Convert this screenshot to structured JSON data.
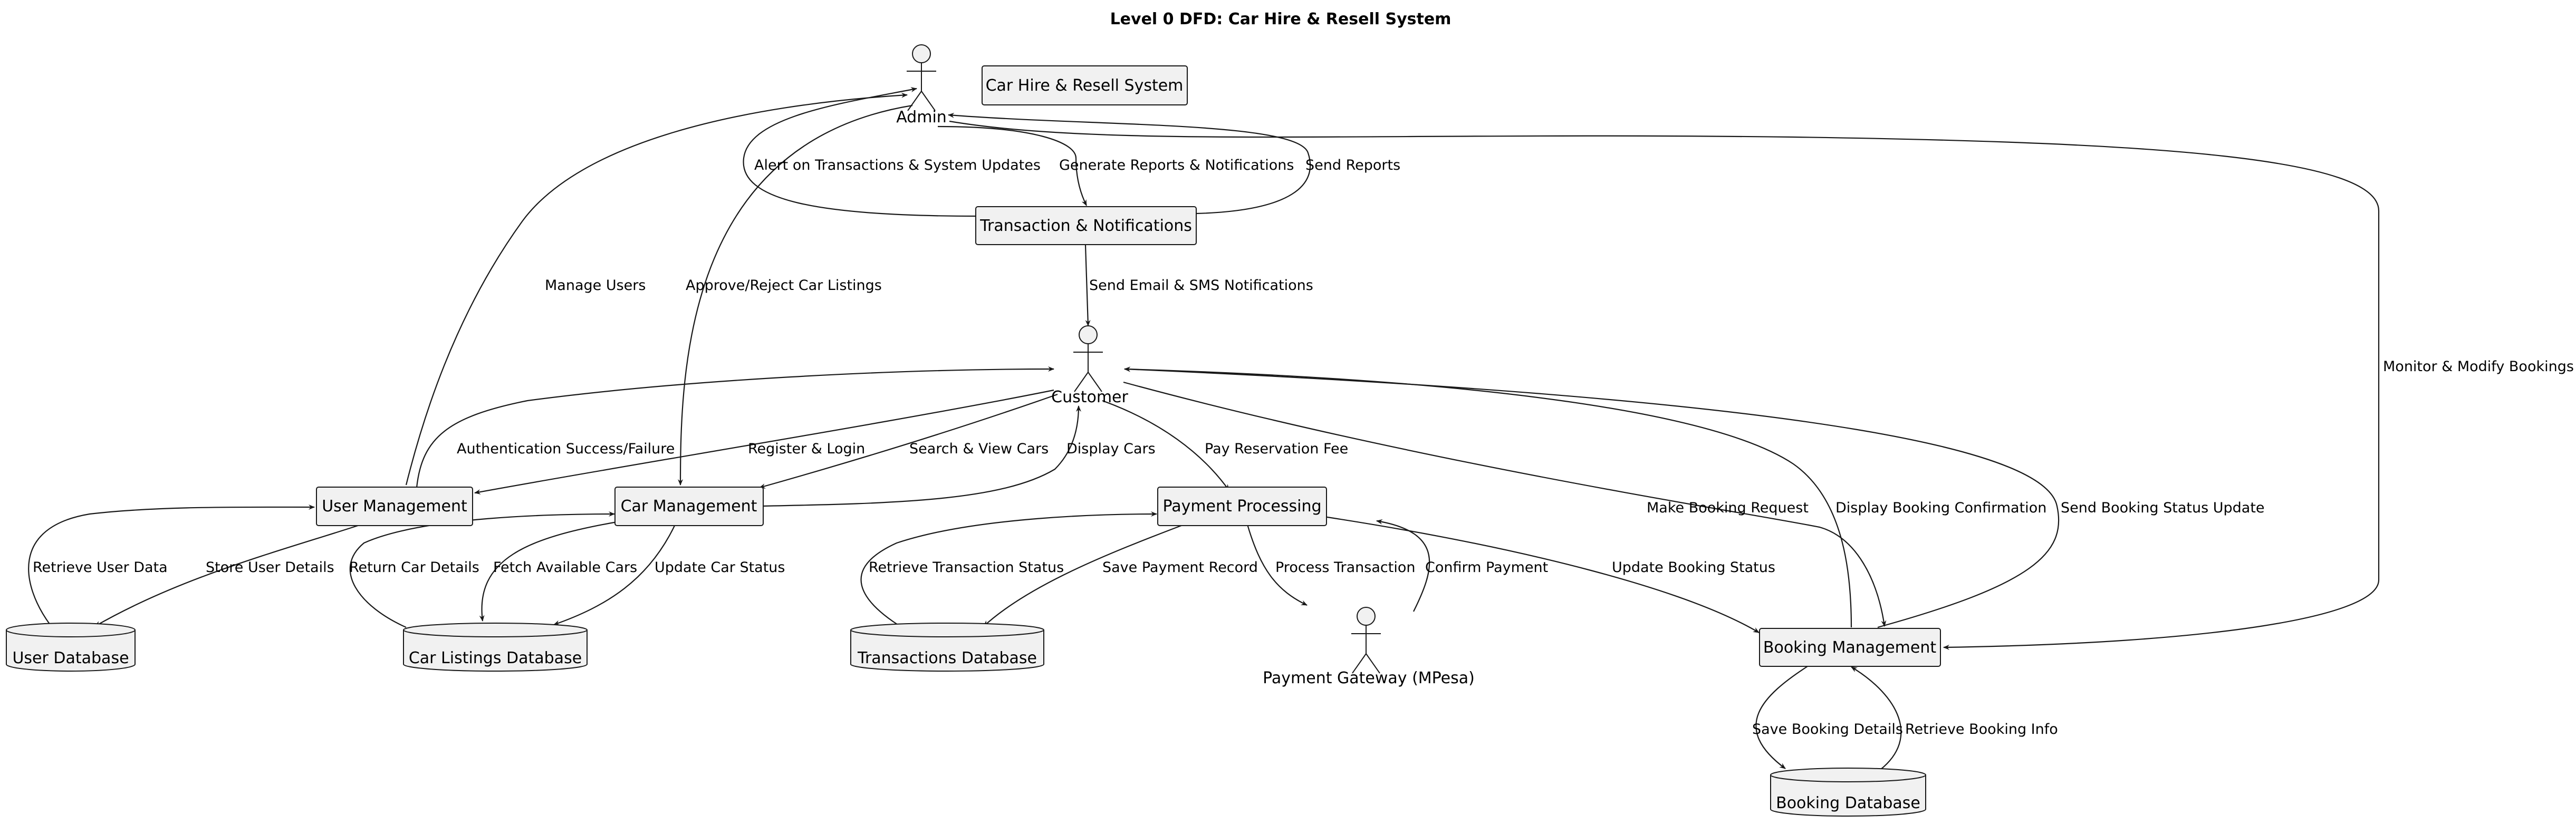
{
  "title": "Level 0 DFD: Car Hire & Resell System",
  "system_label": "Car Hire & Resell System",
  "actors": {
    "admin": "Admin",
    "customer": "Customer",
    "gateway": "Payment Gateway (MPesa)"
  },
  "processes": {
    "user_management": "User Management",
    "car_management": "Car Management",
    "payment_processing": "Payment Processing",
    "booking_management": "Booking Management",
    "transaction_notifications": "Transaction & Notifications"
  },
  "datastores": {
    "user_db": "User Database",
    "car_db": "Car Listings Database",
    "transactions_db": "Transactions Database",
    "booking_db": "Booking Database"
  },
  "flows": {
    "alert": "Alert on Transactions & System Updates",
    "generate_reports": "Generate Reports & Notifications",
    "send_reports": "Send Reports",
    "manage_users": "Manage Users",
    "approve_reject": "Approve/Reject Car Listings",
    "send_email_sms": "Send Email & SMS Notifications",
    "monitor_modify": "Monitor & Modify Bookings",
    "auth_result": "Authentication Success/Failure",
    "register_login": "Register & Login",
    "search_view": "Search & View Cars",
    "display_cars": "Display Cars",
    "pay_fee": "Pay Reservation Fee",
    "make_booking": "Make Booking Request",
    "display_confirmation": "Display Booking Confirmation",
    "send_status": "Send Booking Status Update",
    "retrieve_user": "Retrieve User Data",
    "store_user": "Store User Details",
    "return_car": "Return Car Details",
    "fetch_cars": "Fetch Available Cars",
    "update_car": "Update Car Status",
    "retrieve_transaction": "Retrieve Transaction Status",
    "save_payment": "Save Payment Record",
    "process_transaction": "Process Transaction",
    "confirm_payment": "Confirm Payment",
    "update_booking": "Update Booking Status",
    "save_booking": "Save Booking Details",
    "retrieve_booking": "Retrieve Booking Info"
  }
}
